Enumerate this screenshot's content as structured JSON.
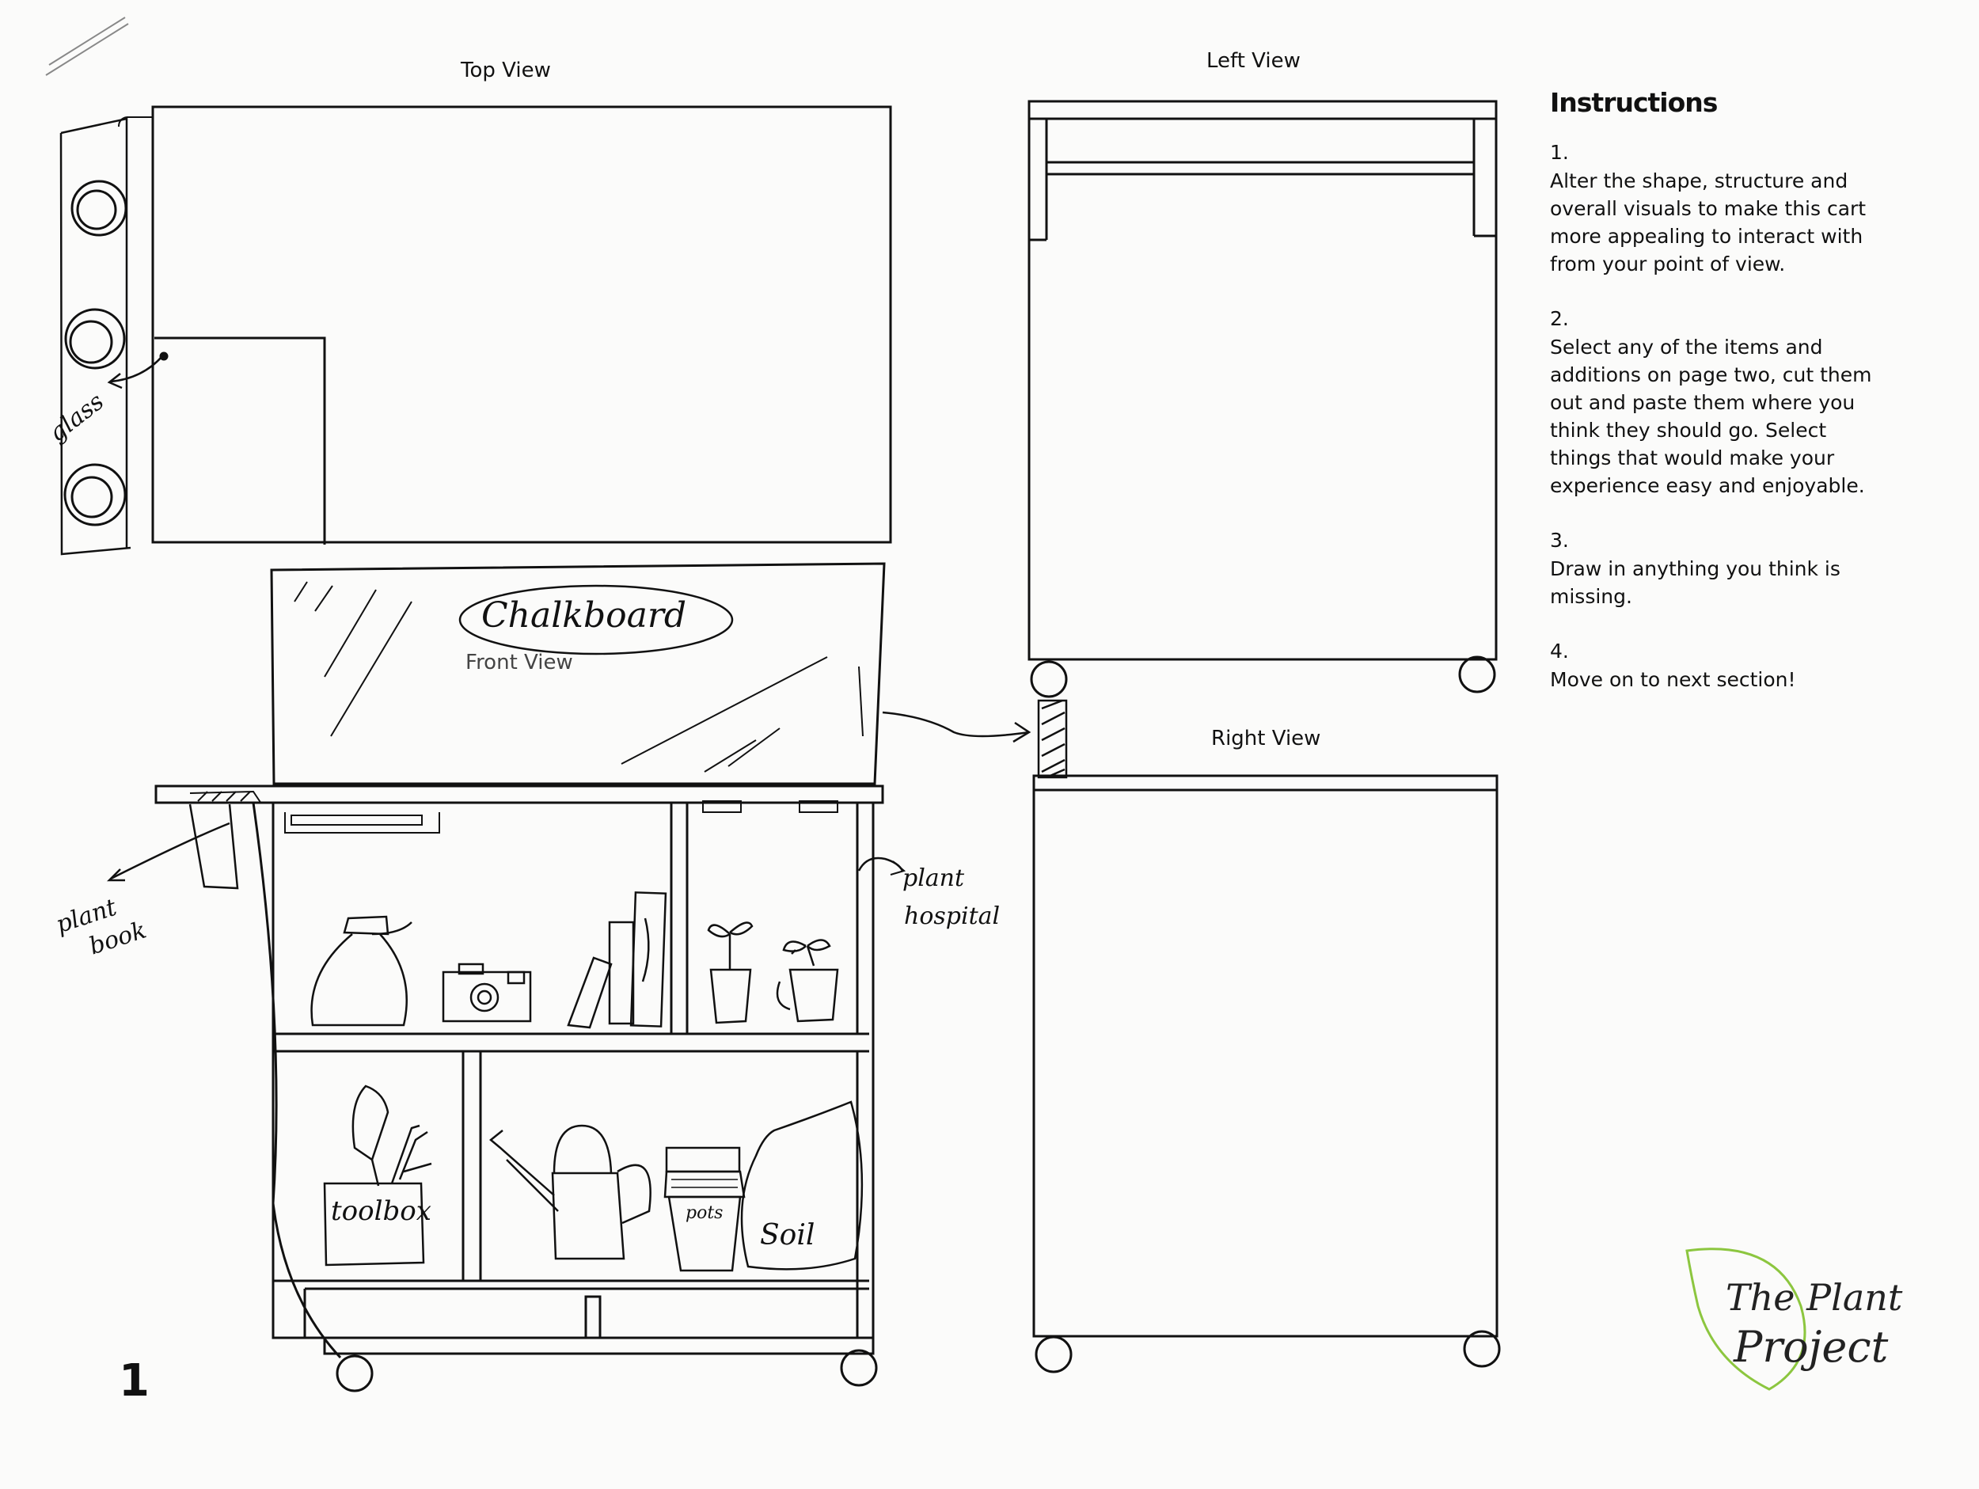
{
  "views": {
    "top": "Top View",
    "left": "Left View",
    "front": "Front View",
    "right": "Right View"
  },
  "instructions": {
    "heading": "Instructions",
    "steps": [
      {
        "num": "1.",
        "text": "Alter the shape, structure and overall visuals to make this cart more appealing to interact with from your point of view."
      },
      {
        "num": "2.",
        "text": "Select any of the items and additions on page two, cut them out and paste them where you think they should go. Select things that would make your experience easy and enjoyable."
      },
      {
        "num": "3.",
        "text": "Draw in anything you think is missing."
      },
      {
        "num": "4.",
        "text": "Move on to next section!"
      }
    ]
  },
  "annotations": {
    "glass": "glass",
    "chalkboard": "Chalkboard",
    "plant_book_1": "plant",
    "plant_book_2": "book",
    "plant_hospital_1": "plant",
    "plant_hospital_2": "hospital",
    "toolbox": "toolbox",
    "pots": "pots",
    "soil": "Soil"
  },
  "logo": {
    "line1": "The Plant",
    "line2": "Project",
    "leaf_color": "#8cc63f"
  },
  "page_number": "1"
}
